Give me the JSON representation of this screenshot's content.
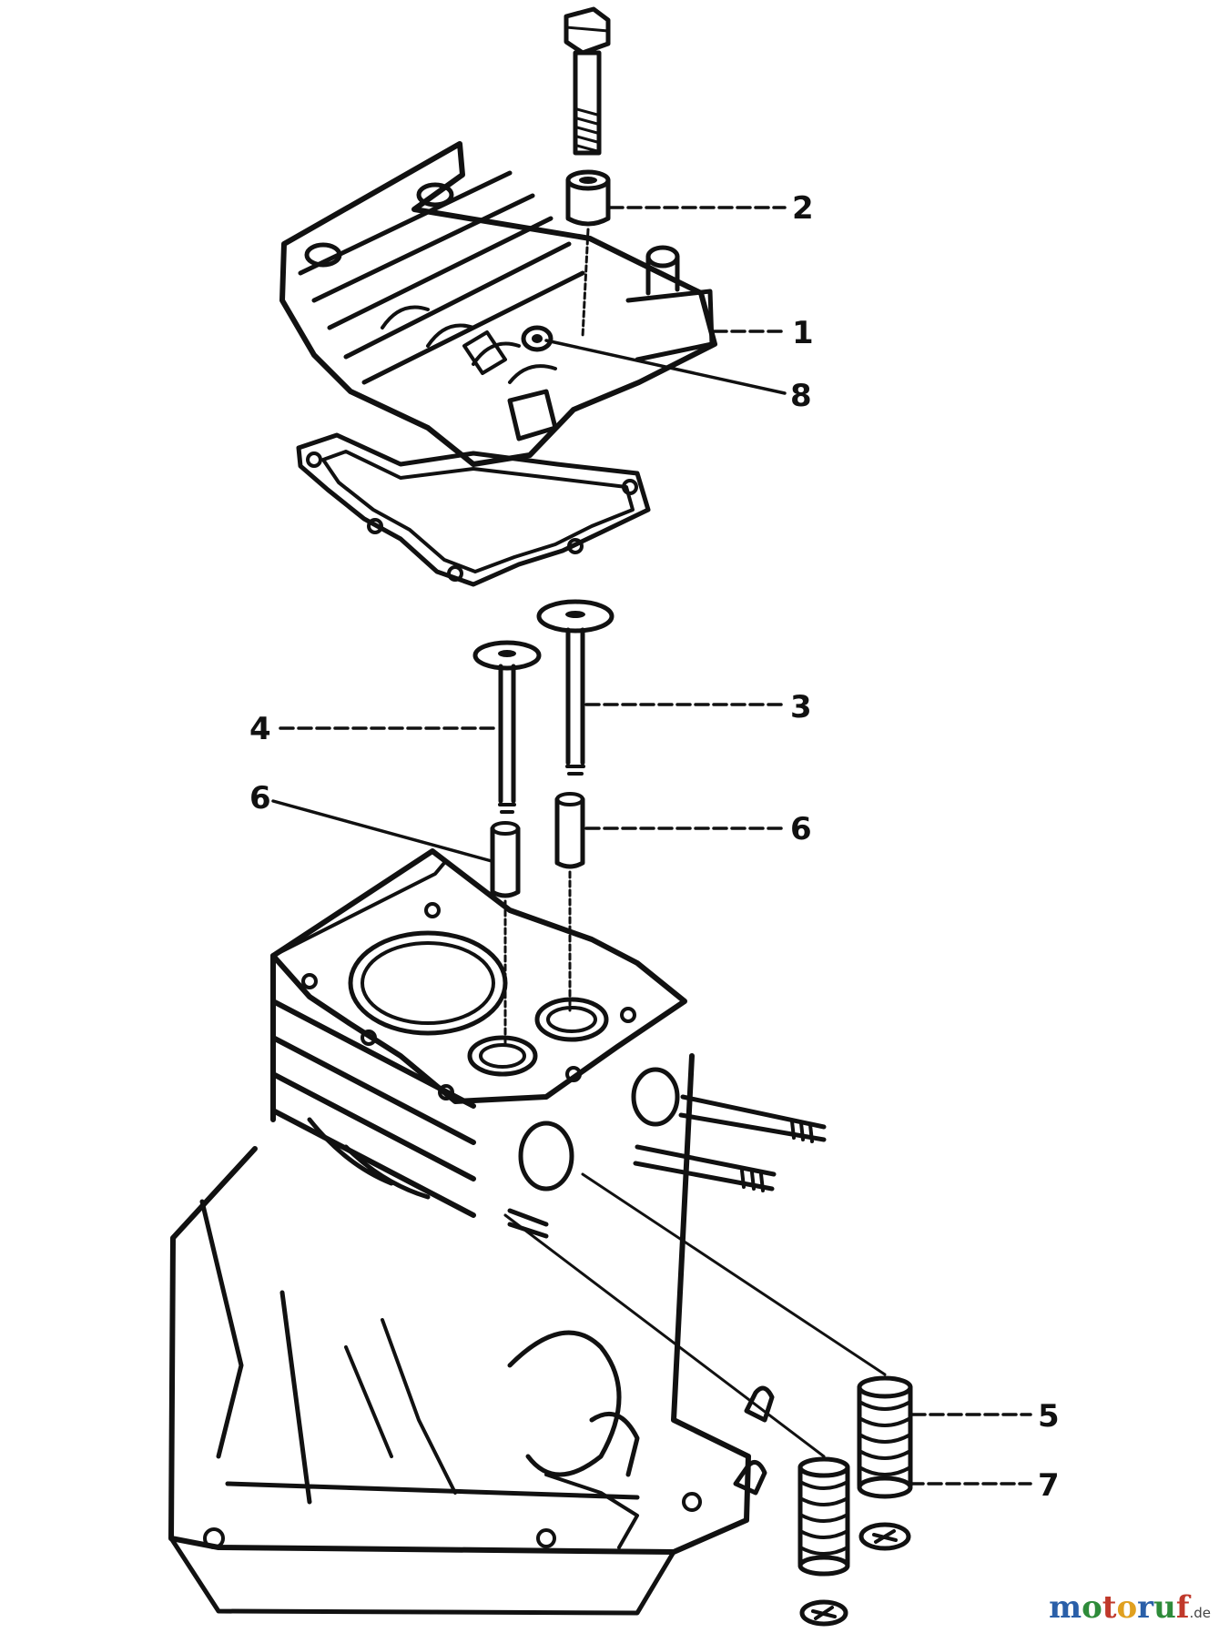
{
  "callouts": {
    "c1": "1",
    "c2": "2",
    "c3": "3",
    "c4": "4",
    "c5": "5",
    "c6a": "6",
    "c6b": "6",
    "c7": "7",
    "c8": "8"
  },
  "watermark": {
    "brand": "motoruf",
    "tld": ".de",
    "colors": [
      "#2a5fa8",
      "#2e8b3a",
      "#c0392b",
      "#e0a020"
    ]
  }
}
